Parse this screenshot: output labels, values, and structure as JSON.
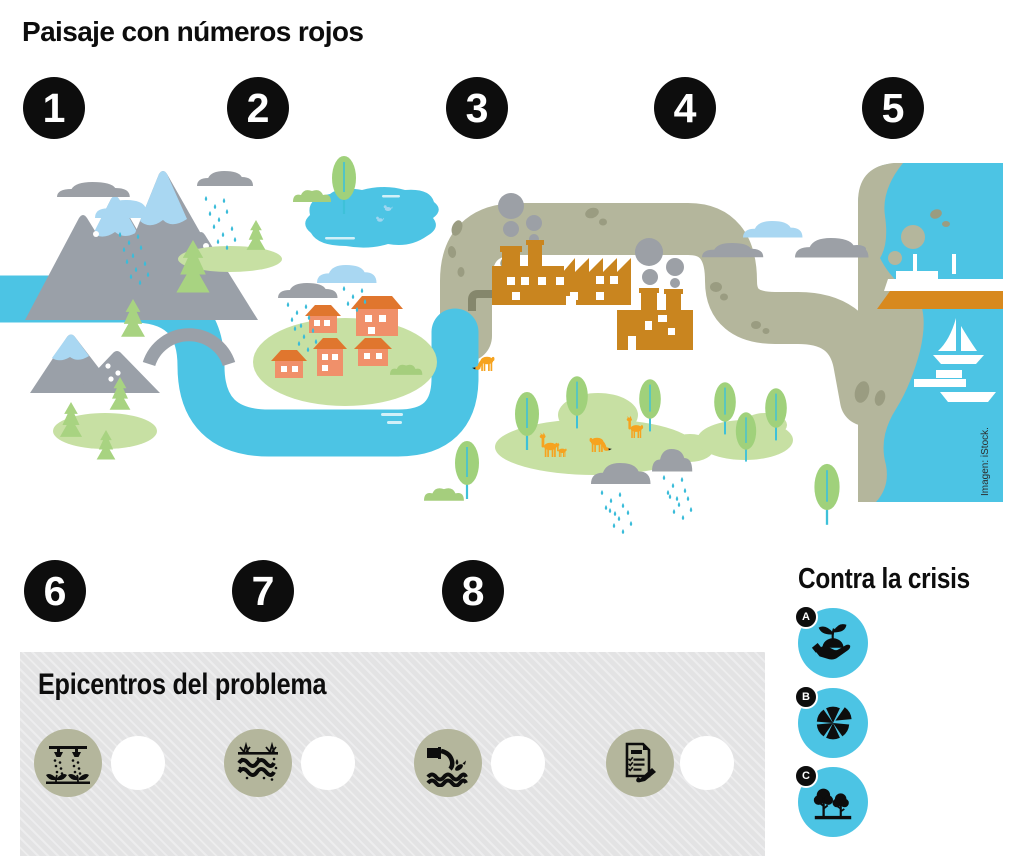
{
  "title": "Paisaje con números rojos",
  "credit": "Imagen: iStock.",
  "top_markers": [
    "1",
    "2",
    "3",
    "4",
    "5"
  ],
  "bottom_markers": [
    "6",
    "7",
    "8"
  ],
  "solutions": {
    "title": "Contra la crisis",
    "items": [
      {
        "letter": "A",
        "icon": "hand-sprout-icon"
      },
      {
        "letter": "B",
        "icon": "wheel-icon"
      },
      {
        "letter": "C",
        "icon": "trees-icon"
      }
    ]
  },
  "problems": {
    "title": "Epicentros del problema",
    "icons": [
      "irrigation-icon",
      "groundwater-icon",
      "discharge-pipe-icon",
      "checklist-icon"
    ]
  },
  "colors": {
    "water": "#4cc4e4",
    "khaki": "#b4b69c",
    "stain": "#9a9c81",
    "gray": "#9aa0a8",
    "light_blue": "#a9d7f2",
    "grass": "#c7e0a3",
    "tree": "#a0d17b",
    "house_wall": "#f0906a",
    "house_roof": "#e0762e",
    "factory": "#c9851f",
    "animal": "#f6a31f",
    "rain": "#3bbcd9",
    "marker": "#0d0d0d",
    "panel": "#e3e3e4",
    "accent_cyan": "#4cc4e4"
  }
}
